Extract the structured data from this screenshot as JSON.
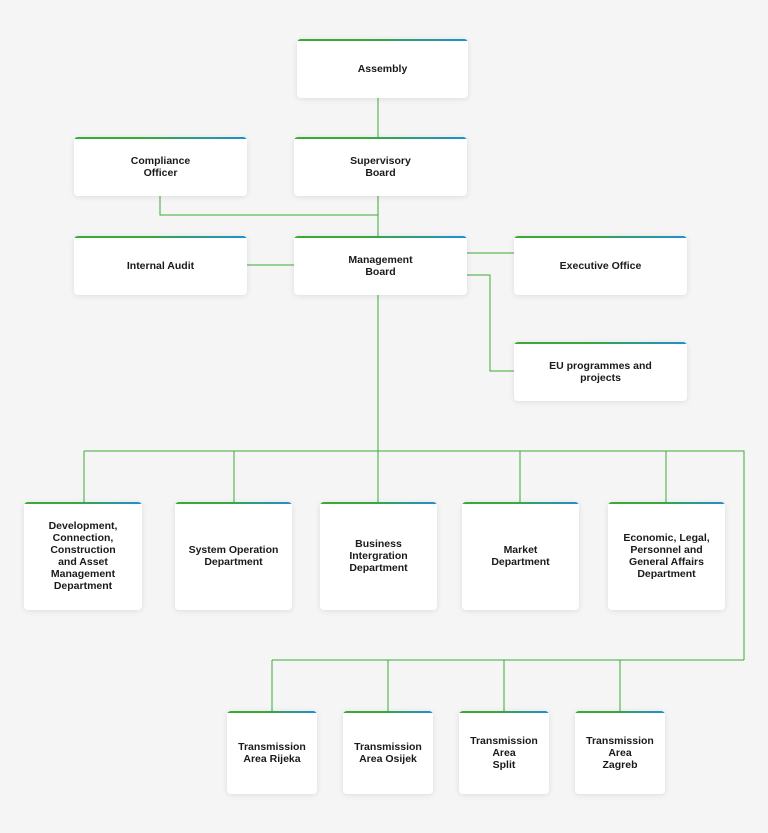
{
  "colors": {
    "line": "#3aaa35",
    "accent_green": "#3aaa35",
    "accent_blue": "#1e8ed6",
    "background": "#f5f5f5"
  },
  "org": {
    "assembly": "Assembly",
    "compliance": "Compliance\nOfficer",
    "supervisory": "Supervisory\nBoard",
    "internal_audit": "Internal Audit",
    "management": "Management\nBoard",
    "executive_office": "Executive Office",
    "eu_programmes": "EU programmes and\nprojects",
    "departments": [
      "Development,\nConnection,\nConstruction\nand Asset\nManagement\nDepartment",
      "System Operation\nDepartment",
      "Business\nIntergration\nDepartment",
      "Market\nDepartment",
      "Economic, Legal,\nPersonnel and\nGeneral Affairs\nDepartment"
    ],
    "transmission_areas": [
      "Transmission\nArea Rijeka",
      "Transmission\nArea Osijek",
      "Transmission\nArea\nSplit",
      "Transmission\nArea\nZagreb"
    ]
  }
}
